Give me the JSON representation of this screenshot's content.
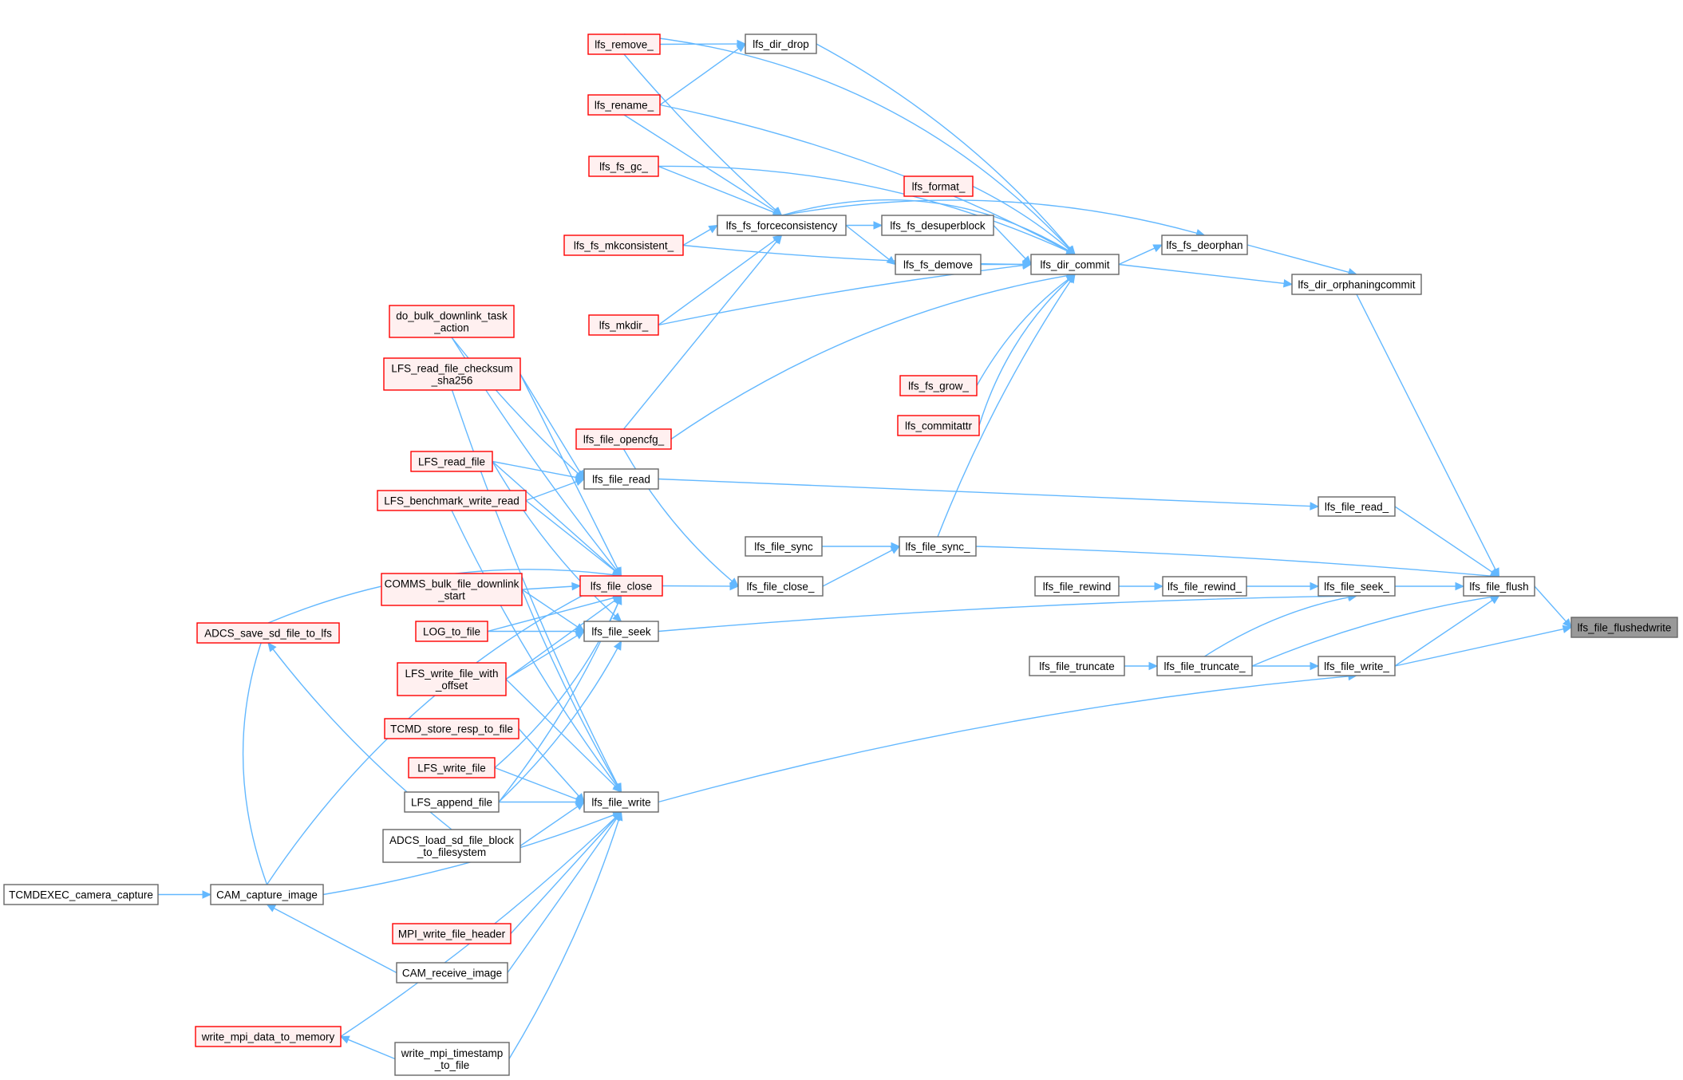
{
  "graph": {
    "title": "lfs_file_flushedwrite caller graph",
    "colors": {
      "edge": "#63b8ff",
      "normal_border": "#666666",
      "normal_fill": "#ffffff",
      "truncated_border": "#ff0000",
      "truncated_fill": "#fff0f0",
      "root_border": "#666666",
      "root_fill": "#999999"
    },
    "nodes": [
      {
        "id": "flushedwrite",
        "lines": [
          "lfs_file_flushedwrite"
        ],
        "kind": "root"
      },
      {
        "id": "file_flush",
        "lines": [
          "lfs_file_flush"
        ],
        "kind": "normal"
      },
      {
        "id": "dir_orphaningcommit",
        "lines": [
          "lfs_dir_orphaningcommit"
        ],
        "kind": "normal"
      },
      {
        "id": "fs_deorphan",
        "lines": [
          "lfs_fs_deorphan"
        ],
        "kind": "normal"
      },
      {
        "id": "dir_commit",
        "lines": [
          "lfs_dir_commit"
        ],
        "kind": "normal"
      },
      {
        "id": "file_read_",
        "lines": [
          "lfs_file_read_"
        ],
        "kind": "normal"
      },
      {
        "id": "file_sync_",
        "lines": [
          "lfs_file_sync_"
        ],
        "kind": "normal"
      },
      {
        "id": "file_seek_",
        "lines": [
          "lfs_file_seek_"
        ],
        "kind": "normal"
      },
      {
        "id": "file_write_",
        "lines": [
          "lfs_file_write_"
        ],
        "kind": "normal"
      },
      {
        "id": "file_rewind_",
        "lines": [
          "lfs_file_rewind_"
        ],
        "kind": "normal"
      },
      {
        "id": "file_truncate_",
        "lines": [
          "lfs_file_truncate_"
        ],
        "kind": "normal"
      },
      {
        "id": "file_rewind",
        "lines": [
          "lfs_file_rewind"
        ],
        "kind": "normal"
      },
      {
        "id": "file_truncate",
        "lines": [
          "lfs_file_truncate"
        ],
        "kind": "normal"
      },
      {
        "id": "file_sync",
        "lines": [
          "lfs_file_sync"
        ],
        "kind": "normal"
      },
      {
        "id": "dir_drop",
        "lines": [
          "lfs_dir_drop"
        ],
        "kind": "normal"
      },
      {
        "id": "fs_forceconsistency",
        "lines": [
          "lfs_fs_forceconsistency"
        ],
        "kind": "normal"
      },
      {
        "id": "fs_desuperblock",
        "lines": [
          "lfs_fs_desuperblock"
        ],
        "kind": "normal"
      },
      {
        "id": "fs_demove",
        "lines": [
          "lfs_fs_demove"
        ],
        "kind": "normal"
      },
      {
        "id": "format_",
        "lines": [
          "lfs_format_"
        ],
        "kind": "truncated"
      },
      {
        "id": "fs_grow_",
        "lines": [
          "lfs_fs_grow_"
        ],
        "kind": "truncated"
      },
      {
        "id": "commitattr",
        "lines": [
          "lfs_commitattr"
        ],
        "kind": "truncated"
      },
      {
        "id": "remove_",
        "lines": [
          "lfs_remove_"
        ],
        "kind": "truncated"
      },
      {
        "id": "rename_",
        "lines": [
          "lfs_rename_"
        ],
        "kind": "truncated"
      },
      {
        "id": "fs_gc_",
        "lines": [
          "lfs_fs_gc_"
        ],
        "kind": "truncated"
      },
      {
        "id": "fs_mkconsistent_",
        "lines": [
          "lfs_fs_mkconsistent_"
        ],
        "kind": "truncated"
      },
      {
        "id": "mkdir_",
        "lines": [
          "lfs_mkdir_"
        ],
        "kind": "truncated"
      },
      {
        "id": "file_opencfg_",
        "lines": [
          "lfs_file_opencfg_"
        ],
        "kind": "truncated"
      },
      {
        "id": "file_read",
        "lines": [
          "lfs_file_read"
        ],
        "kind": "normal"
      },
      {
        "id": "file_close",
        "lines": [
          "lfs_file_close"
        ],
        "kind": "truncated"
      },
      {
        "id": "file_close_",
        "lines": [
          "lfs_file_close_"
        ],
        "kind": "normal"
      },
      {
        "id": "file_seek",
        "lines": [
          "lfs_file_seek"
        ],
        "kind": "normal"
      },
      {
        "id": "file_write",
        "lines": [
          "lfs_file_write"
        ],
        "kind": "normal"
      },
      {
        "id": "do_bulk",
        "lines": [
          "do_bulk_downlink_task",
          "_action"
        ],
        "kind": "truncated"
      },
      {
        "id": "read_checksum",
        "lines": [
          "LFS_read_file_checksum",
          "_sha256"
        ],
        "kind": "truncated"
      },
      {
        "id": "LFS_read_file",
        "lines": [
          "LFS_read_file"
        ],
        "kind": "truncated"
      },
      {
        "id": "bench",
        "lines": [
          "LFS_benchmark_write_read"
        ],
        "kind": "truncated"
      },
      {
        "id": "comms",
        "lines": [
          "COMMS_bulk_file_downlink",
          "_start"
        ],
        "kind": "truncated"
      },
      {
        "id": "log_to_file",
        "lines": [
          "LOG_to_file"
        ],
        "kind": "truncated"
      },
      {
        "id": "write_offset",
        "lines": [
          "LFS_write_file_with",
          "_offset"
        ],
        "kind": "truncated"
      },
      {
        "id": "tcmd_store",
        "lines": [
          "TCMD_store_resp_to_file"
        ],
        "kind": "truncated"
      },
      {
        "id": "LFS_write_file",
        "lines": [
          "LFS_write_file"
        ],
        "kind": "truncated"
      },
      {
        "id": "append",
        "lines": [
          "LFS_append_file"
        ],
        "kind": "normal"
      },
      {
        "id": "adcs_load",
        "lines": [
          "ADCS_load_sd_file_block",
          "_to_filesystem"
        ],
        "kind": "normal"
      },
      {
        "id": "adcs_save",
        "lines": [
          "ADCS_save_sd_file_to_lfs"
        ],
        "kind": "truncated"
      },
      {
        "id": "cam_capture",
        "lines": [
          "CAM_capture_image"
        ],
        "kind": "normal"
      },
      {
        "id": "tcmdexec_cam",
        "lines": [
          "TCMDEXEC_camera_capture"
        ],
        "kind": "normal"
      },
      {
        "id": "mpi_header",
        "lines": [
          "MPI_write_file_header"
        ],
        "kind": "truncated"
      },
      {
        "id": "cam_receive",
        "lines": [
          "CAM_receive_image"
        ],
        "kind": "normal"
      },
      {
        "id": "write_mpi_mem",
        "lines": [
          "write_mpi_data_to_memory"
        ],
        "kind": "truncated"
      },
      {
        "id": "write_mpi_ts",
        "lines": [
          "write_mpi_timestamp",
          "_to_file"
        ],
        "kind": "normal"
      }
    ]
  }
}
